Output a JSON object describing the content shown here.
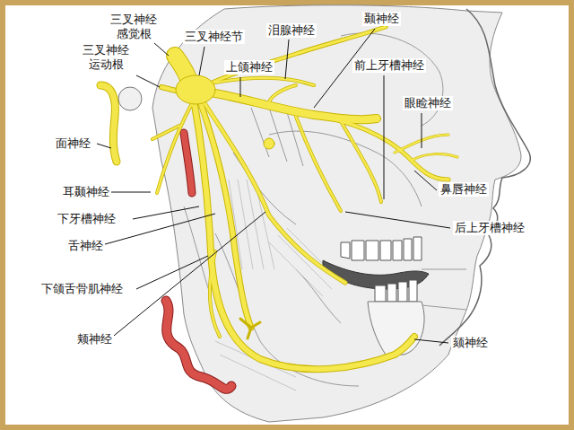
{
  "diagram": {
    "labels": [
      "三叉神经 感觉根",
      "三叉神经 运动根",
      "三叉神经节",
      "泪腺神经",
      "颞神经",
      "上颌神经",
      "前上牙槽神经",
      "眼睑神经",
      "面神经",
      "耳颞神经",
      "鼻唇神经",
      "下牙槽神经",
      "后上牙槽神经",
      "舌神经",
      "下颌舌骨肌神经",
      "颊神经",
      "颏神经"
    ]
  }
}
